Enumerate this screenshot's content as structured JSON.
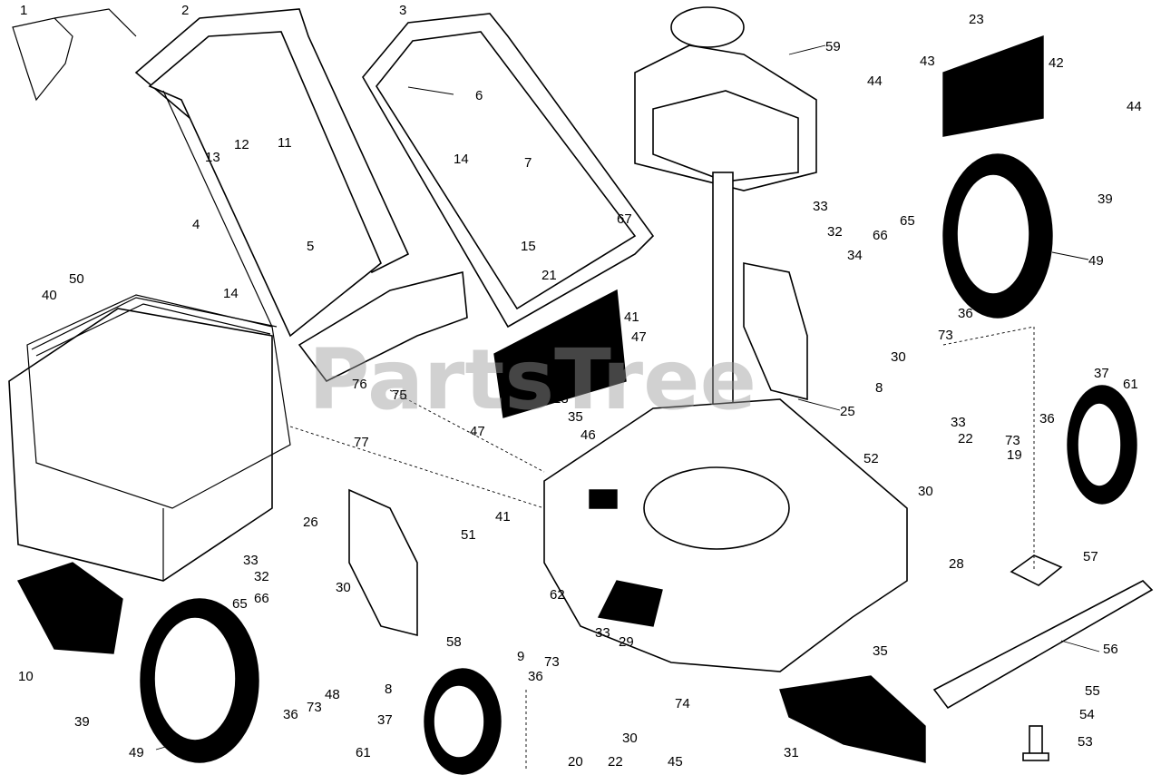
{
  "diagram": {
    "watermark": "PartsTree",
    "callouts": [
      "1",
      "2",
      "3",
      "4",
      "5",
      "6",
      "7",
      "8",
      "9",
      "10",
      "11",
      "12",
      "13",
      "14",
      "15",
      "18",
      "19",
      "20",
      "21",
      "22",
      "23",
      "25",
      "26",
      "28",
      "29",
      "30",
      "31",
      "32",
      "33",
      "34",
      "35",
      "36",
      "37",
      "39",
      "40",
      "41",
      "42",
      "43",
      "44",
      "45",
      "46",
      "47",
      "48",
      "49",
      "50",
      "51",
      "52",
      "53",
      "54",
      "55",
      "56",
      "57",
      "58",
      "59",
      "61",
      "62",
      "65",
      "66",
      "67",
      "73",
      "74",
      "75",
      "76",
      "77"
    ]
  }
}
